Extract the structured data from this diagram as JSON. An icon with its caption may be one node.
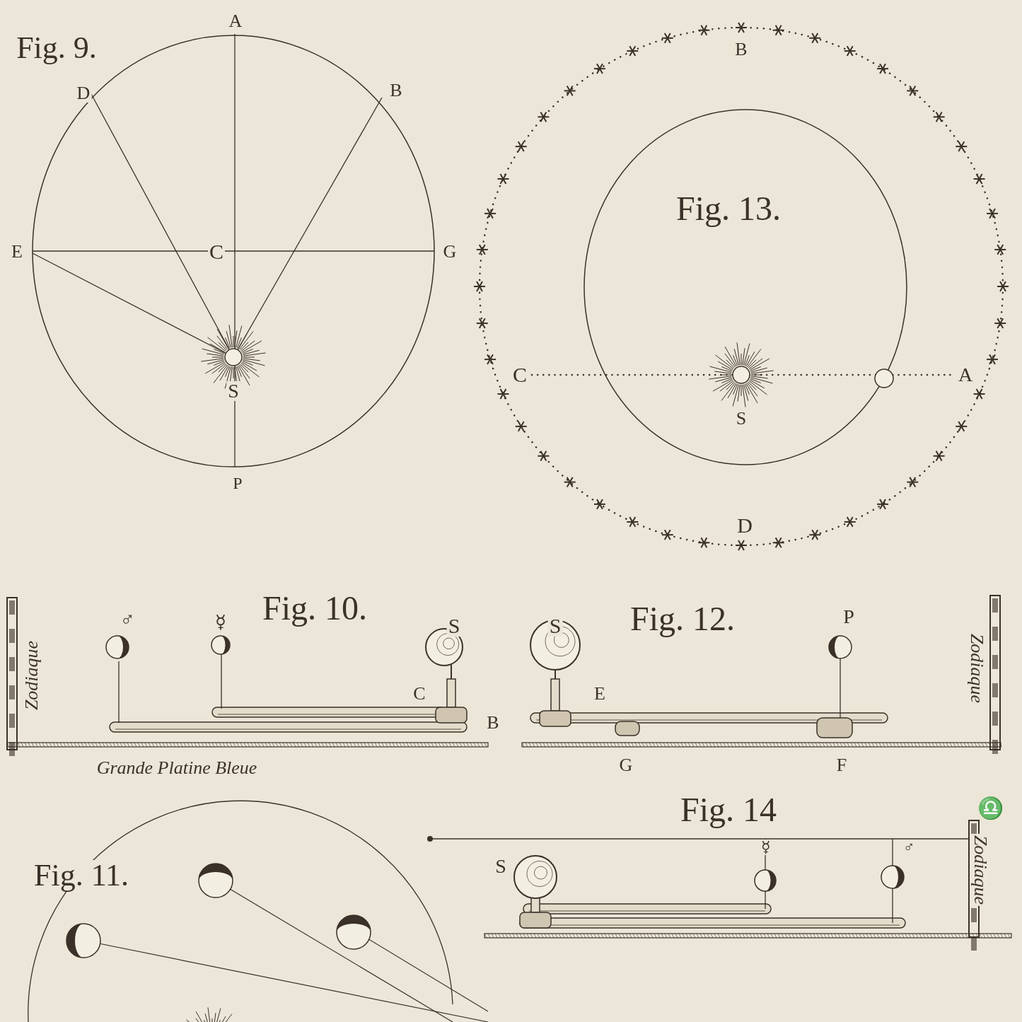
{
  "diagram": {
    "labels": [
      "Fig. 9.",
      "A",
      "D",
      "B",
      "E",
      "C",
      "G",
      "S",
      "P",
      "B",
      "Fig. 13.",
      "C",
      "A",
      "S",
      "D",
      "Fig. 10.",
      "♂",
      "☿",
      "S",
      "C",
      "B",
      "Zodiaque",
      "Grande Platine Bleue",
      "S",
      "Fig. 12.",
      "P",
      "E",
      "G",
      "F",
      "Zodiaque",
      "Fig. 14",
      "♎",
      "S",
      "☿",
      "♂",
      "Zodiaque",
      "Fig. 11."
    ]
  }
}
